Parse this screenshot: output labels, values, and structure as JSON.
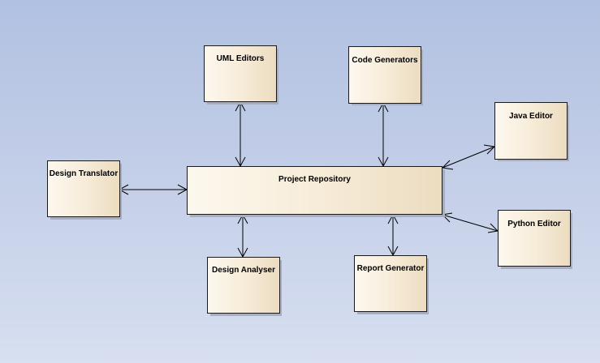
{
  "diagram": {
    "nodes": {
      "uml_editors": "UML Editors",
      "code_generators": "Code Generators",
      "java_editor": "Java Editor",
      "design_translator": "Design Translator",
      "project_repository": "Project Repository",
      "python_editor": "Python Editor",
      "design_analyser": "Design Analyser",
      "report_generator": "Report Generator"
    },
    "edges": [
      [
        "uml_editors",
        "project_repository"
      ],
      [
        "code_generators",
        "project_repository"
      ],
      [
        "java_editor",
        "project_repository"
      ],
      [
        "design_translator",
        "project_repository"
      ],
      [
        "python_editor",
        "project_repository"
      ],
      [
        "design_analyser",
        "project_repository"
      ],
      [
        "report_generator",
        "project_repository"
      ]
    ],
    "edge_style": "bidirectional-open-arrow",
    "colors": {
      "box_fill_light": "#fdf8ee",
      "box_fill_dark": "#ecdcc0",
      "box_border": "#1a1a1a",
      "connector": "#000000"
    }
  }
}
